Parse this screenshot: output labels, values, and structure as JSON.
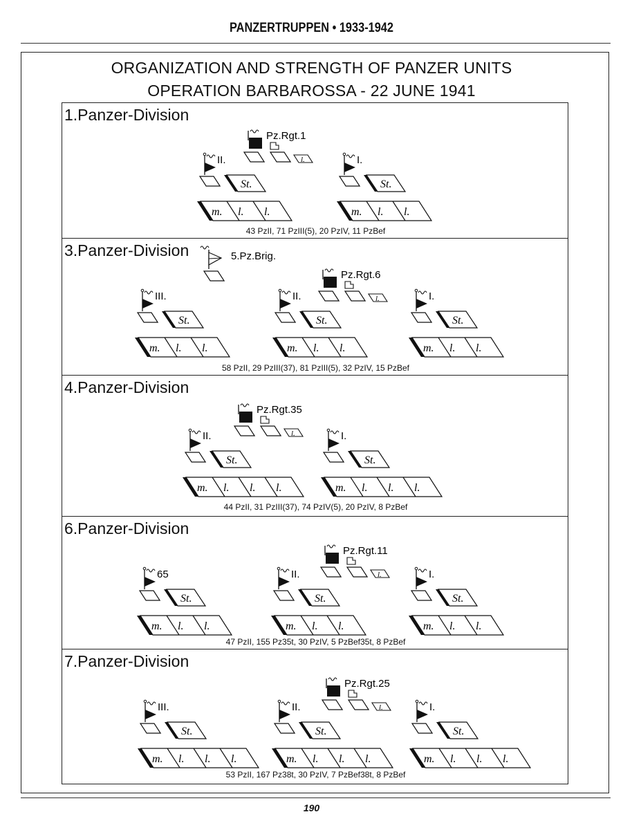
{
  "running_head": "PANZERTRUPPEN • 1933-1942",
  "title_line1": "ORGANIZATION AND STRENGTH OF PANZER UNITS",
  "title_line2": "OPERATION BARBAROSSA - 22 JUNE 1941",
  "page_number": "190",
  "company_labels": {
    "staff": "St.",
    "medium": "m.",
    "light": "l."
  },
  "divisions": [
    {
      "name": "1.Panzer-Division",
      "regiment": "Pz.Rgt.1",
      "brigade": "",
      "battalions": [
        {
          "label": "II.",
          "companies": [
            "m.",
            "l.",
            "l."
          ]
        },
        {
          "label": "I.",
          "companies": [
            "m.",
            "l.",
            "l."
          ]
        }
      ],
      "strength": "43 PzII, 71 PzIII(5), 20 PzIV, 11 PzBef"
    },
    {
      "name": "3.Panzer-Division",
      "regiment": "Pz.Rgt.6",
      "brigade": "5.Pz.Brig.",
      "battalions": [
        {
          "label": "III.",
          "companies": [
            "m.",
            "l.",
            "l."
          ]
        },
        {
          "label": "II.",
          "companies": [
            "m.",
            "l.",
            "l."
          ]
        },
        {
          "label": "I.",
          "companies": [
            "m.",
            "l.",
            "l."
          ]
        }
      ],
      "strength": "58 PzII, 29 PzIII(37), 81 PzIII(5), 32 PzIV, 15 PzBef"
    },
    {
      "name": "4.Panzer-Division",
      "regiment": "Pz.Rgt.35",
      "brigade": "",
      "battalions": [
        {
          "label": "II.",
          "companies": [
            "m.",
            "l.",
            "l.",
            "l."
          ]
        },
        {
          "label": "I.",
          "companies": [
            "m.",
            "l.",
            "l.",
            "l."
          ]
        }
      ],
      "strength": "44 PzII, 31 PzIII(37), 74 PzIV(5), 20 PzIV, 8 PzBef"
    },
    {
      "name": "6.Panzer-Division",
      "regiment": "Pz.Rgt.11",
      "brigade": "",
      "battalions": [
        {
          "label": "65",
          "companies": [
            "m.",
            "l.",
            "l."
          ]
        },
        {
          "label": "II.",
          "companies": [
            "m.",
            "l.",
            "l."
          ]
        },
        {
          "label": "I.",
          "companies": [
            "m.",
            "l.",
            "l."
          ]
        }
      ],
      "strength": "47 PzII, 155 Pz35t, 30 PzIV, 5 PzBef35t, 8 PzBef"
    },
    {
      "name": "7.Panzer-Division",
      "regiment": "Pz.Rgt.25",
      "brigade": "",
      "battalions": [
        {
          "label": "III.",
          "companies": [
            "m.",
            "l.",
            "l.",
            "l."
          ]
        },
        {
          "label": "II.",
          "companies": [
            "m.",
            "l.",
            "l.",
            "l."
          ]
        },
        {
          "label": "I.",
          "companies": [
            "m.",
            "l.",
            "l.",
            "l."
          ]
        }
      ],
      "strength": "53 PzII, 167 Pz38t, 30 PzIV, 7 PzBef38t, 8 PzBef"
    }
  ]
}
